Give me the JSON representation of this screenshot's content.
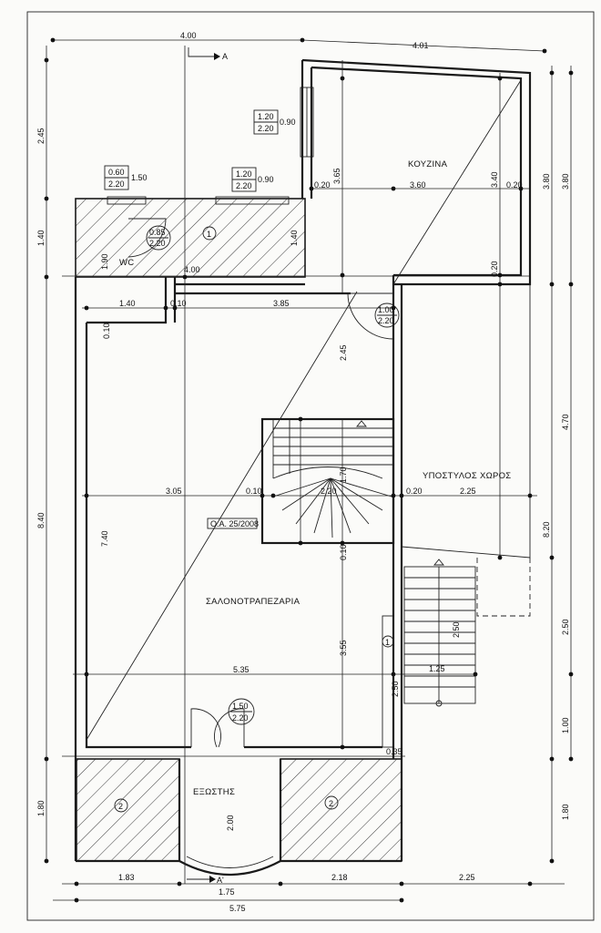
{
  "rooms": {
    "kitchen": "ΚΟΥΖΙΝΑ",
    "wc": "WC",
    "covered_area": "ΥΠΟΣΤΥΛΟΣ ΧΩΡΟΣ",
    "living_dining": "ΣΑΛΟΝΟΤΡΑΠΕΖΑΡΙΑ",
    "veranda": "ΕΞΩΣΤΗΣ",
    "permit_label": "Ο.Α. 25/2008"
  },
  "section_markers": {
    "top": "A",
    "bottom": "A'"
  },
  "openings": {
    "kitchen_window": {
      "top": "1.20",
      "bottom": "2.20",
      "side": "0.90"
    },
    "wc_window": {
      "top": "0.60",
      "bottom": "2.20",
      "side": "1.50"
    },
    "hall_window": {
      "top": "1.20",
      "bottom": "2.20",
      "side": "0.90"
    },
    "wc_door": {
      "top": "0.85",
      "bottom": "2.20"
    },
    "kitchen_door": {
      "top": "1.00",
      "bottom": "2.20"
    },
    "entrance_door": {
      "top": "1.50",
      "bottom": "2.20"
    }
  },
  "tags": {
    "one": "1",
    "two": "2"
  },
  "dimensions": {
    "top": {
      "left": "4.00",
      "right": "4.01"
    },
    "bottom": {
      "d1": "1.83",
      "d2": "1.75",
      "d3": "2.18",
      "d4": "2.25",
      "total": "5.75"
    },
    "left": {
      "d1": "2.45",
      "d2": "1.40",
      "d3": "8.40",
      "d4": "1.80"
    },
    "right": {
      "outer_top": "3.80",
      "inner_top": "3.80",
      "d1": "4.70",
      "d2": "8.20",
      "d3": "2.50",
      "d4": "1.00",
      "d5": "1.80"
    },
    "interior": {
      "k_w_left": "0.20",
      "k_w_mid": "3.60",
      "k_w_right": "0.20",
      "k_h_left": "3.65",
      "k_h_right": "3.40",
      "k_thk": "0.20",
      "wc_h": "1.90",
      "hall_h": "1.40",
      "wc_w": "4.00",
      "row_a": "1.40",
      "row_b": "0.10",
      "row_c": "3.85",
      "v_a": "0.10",
      "diag": "2.45",
      "row2_a": "3.05",
      "row2_b": "0.10",
      "row2_c": "2.20",
      "row2_d": "0.20",
      "row2_e": "2.25",
      "stair_h": "1.70",
      "stair_b": "0.10",
      "v_big": "7.40",
      "v_mid": "3.55",
      "row3": "5.35",
      "step_a": "1.25",
      "step_b": "2.50",
      "step_c": "2.50",
      "door_gap": "0.35",
      "ver_h": "2.00"
    }
  }
}
